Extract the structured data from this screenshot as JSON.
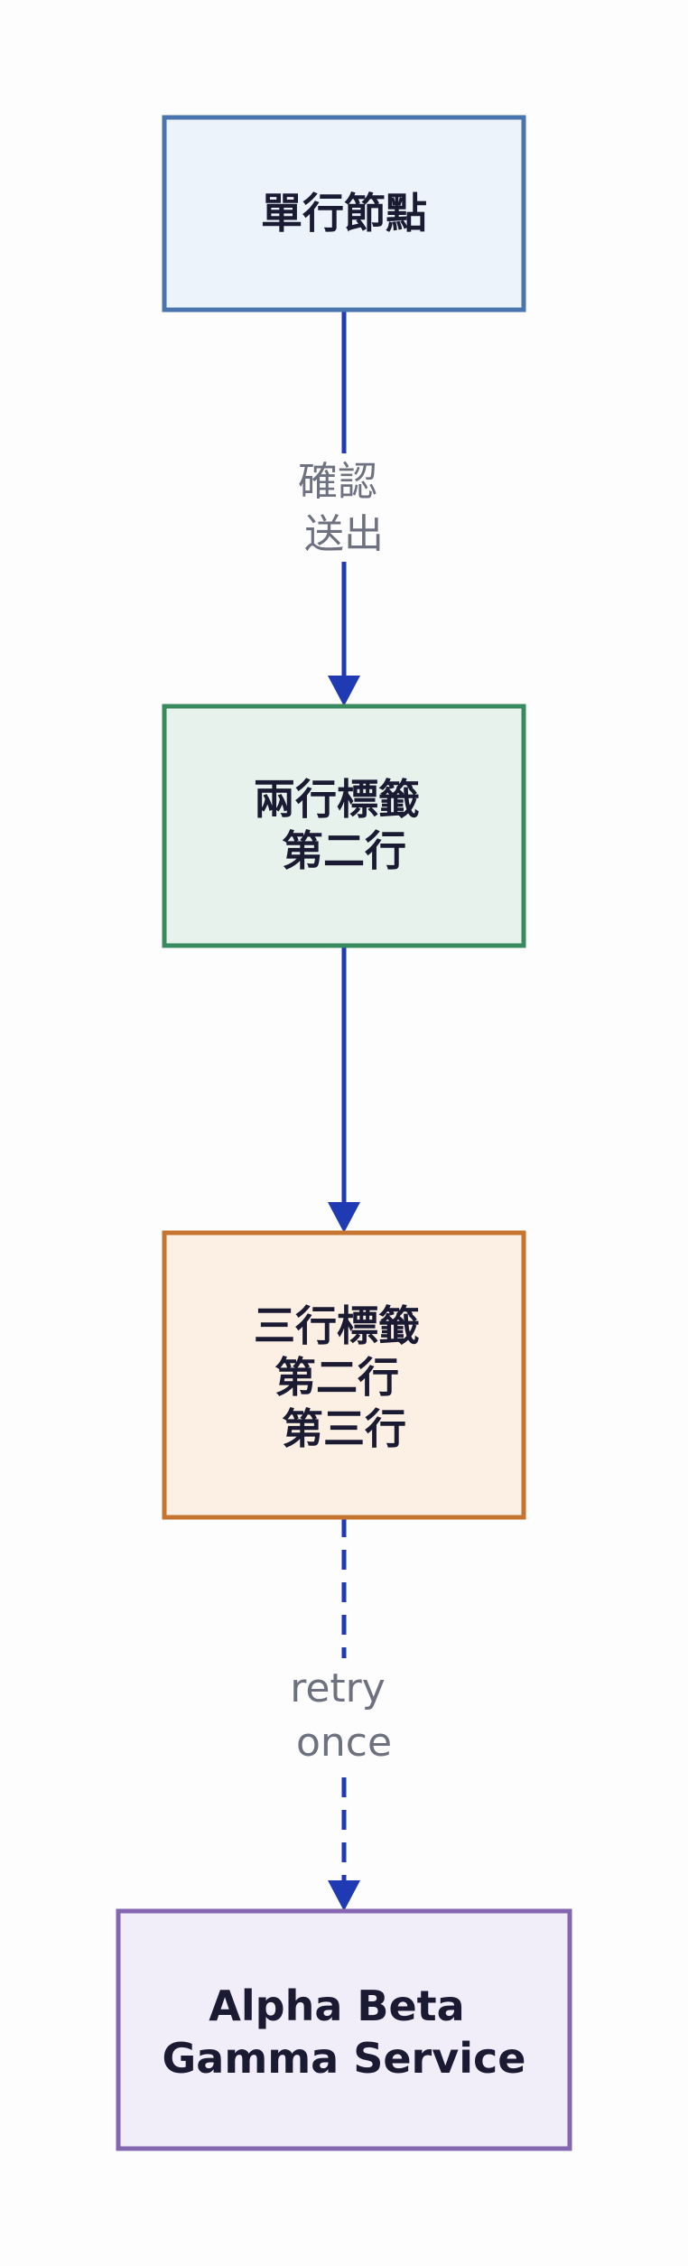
{
  "diagram": {
    "nodes": [
      {
        "id": "n1",
        "lines": [
          "單行節點"
        ],
        "fill": "#ecf3fb",
        "stroke": "#4a74ae"
      },
      {
        "id": "n2",
        "lines": [
          "兩行標籤",
          "第二行"
        ],
        "fill": "#e8f2ec",
        "stroke": "#3a8a5f"
      },
      {
        "id": "n3",
        "lines": [
          "三行標籤",
          "第二行",
          "第三行"
        ],
        "fill": "#fbf0e3",
        "stroke": "#c67530"
      },
      {
        "id": "n4",
        "lines": [
          "Alpha Beta",
          "Gamma Service"
        ],
        "fill": "#f1eef9",
        "stroke": "#8467b0"
      }
    ],
    "edges": [
      {
        "from": "n1",
        "to": "n2",
        "label_lines": [
          "確認",
          "送出"
        ],
        "style": "solid",
        "color": "#1f3ab3"
      },
      {
        "from": "n2",
        "to": "n3",
        "label_lines": [],
        "style": "solid",
        "color": "#1f3ab3"
      },
      {
        "from": "n3",
        "to": "n4",
        "label_lines": [
          "retry",
          "once"
        ],
        "style": "dashed",
        "color": "#1f3ab3"
      }
    ]
  }
}
